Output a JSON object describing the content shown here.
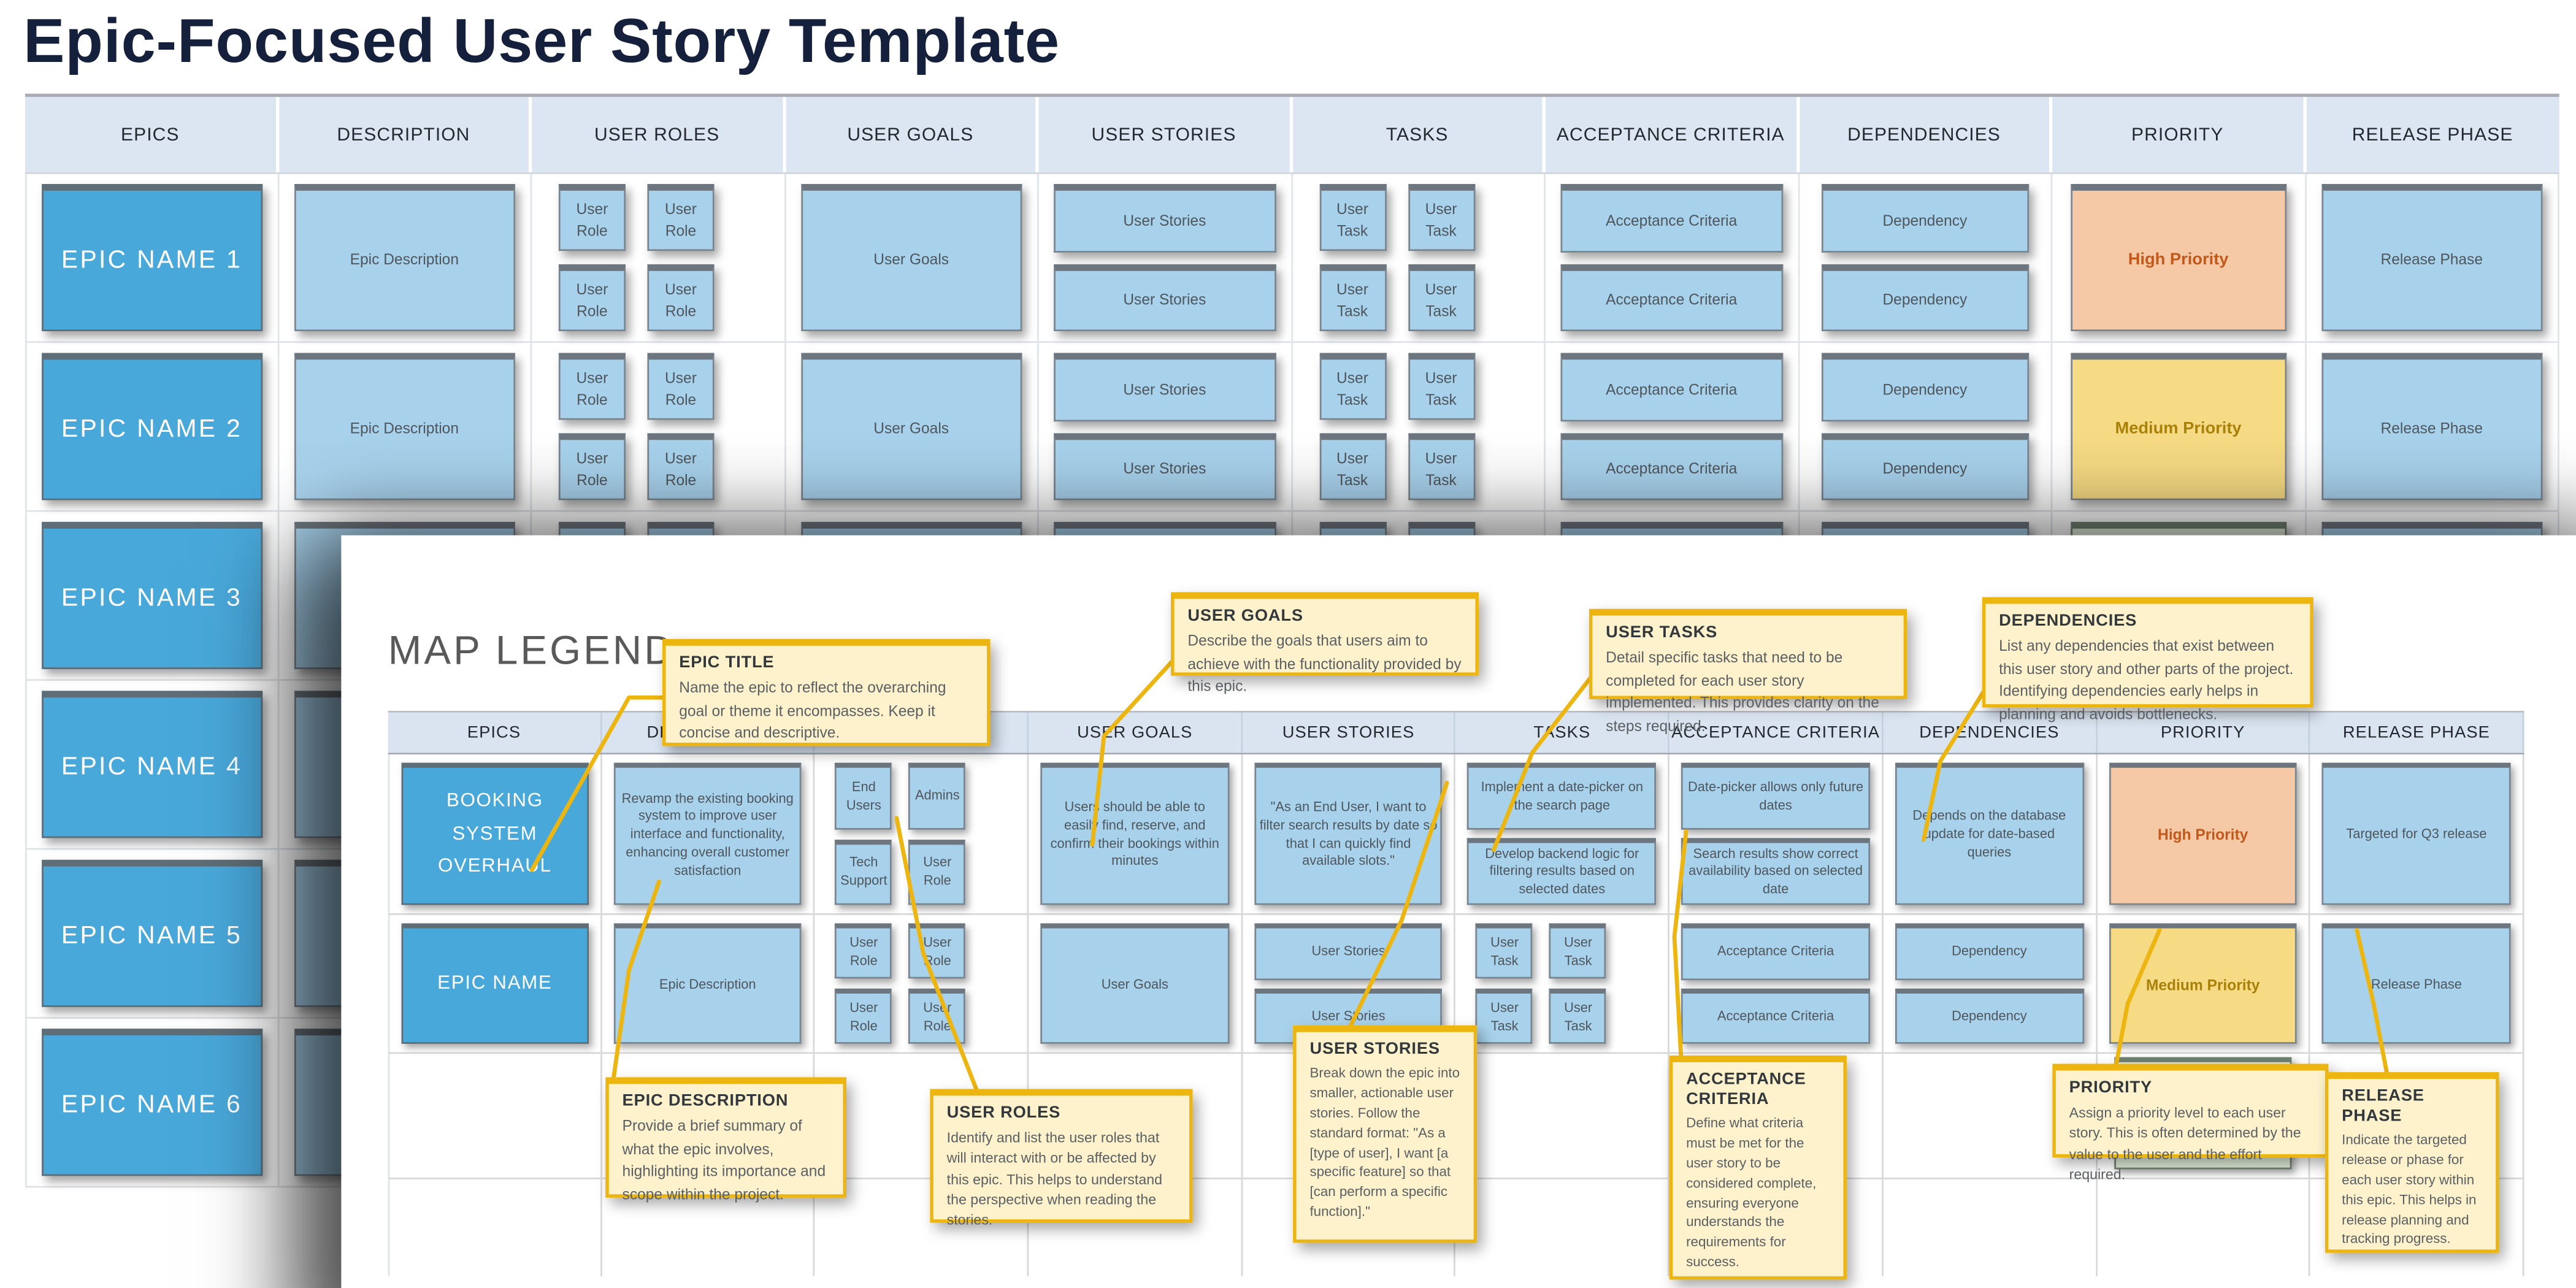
{
  "page": {
    "title": "Epic-Focused User Story Template"
  },
  "columns": [
    "EPICS",
    "DESCRIPTION",
    "USER ROLES",
    "USER GOALS",
    "USER STORIES",
    "TASKS",
    "ACCEPTANCE CRITERIA",
    "DEPENDENCIES",
    "PRIORITY",
    "RELEASE PHASE"
  ],
  "labels": {
    "epic_description": "Epic Description",
    "user_role": "User Role",
    "user_goals": "User Goals",
    "user_stories": "User Stories",
    "user_task": "User Task",
    "acceptance_criteria": "Acceptance Criteria",
    "dependency": "Dependency",
    "release_phase": "Release Phase",
    "high_priority": "High Priority",
    "medium_priority": "Medium Priority"
  },
  "main_table": {
    "epics": [
      "EPIC NAME 1",
      "EPIC NAME 2",
      "EPIC NAME 3",
      "EPIC NAME 4",
      "EPIC NAME 5",
      "EPIC NAME 6"
    ]
  },
  "legend": {
    "heading": "MAP LEGEND",
    "example": {
      "epic": "BOOKING SYSTEM OVERHAUL",
      "description": "Revamp the existing booking system to improve user interface and functionality, enhancing overall customer satisfaction",
      "roles": [
        "End Users",
        "Admins",
        "Tech Support",
        "User Role"
      ],
      "goals": "Users should be able to easily find, reserve, and confirm their bookings within minutes",
      "story": "\"As an End User, I want to filter search results by date so that I can quickly find available slots.\"",
      "tasks": [
        "Implement a date-picker on the search page",
        "Develop backend logic for filtering results based on selected dates"
      ],
      "acceptance": [
        "Date-picker allows only future dates",
        "Search results show correct availability based on selected date"
      ],
      "dependency": "Depends on the database update for date-based queries",
      "priority": "High Priority",
      "release": "Targeted for Q3 release"
    },
    "template_epic": "EPIC NAME",
    "callouts": {
      "epic_title": {
        "title": "EPIC TITLE",
        "body": "Name the epic to reflect the overarching goal or theme it encompasses. Keep it concise and descriptive."
      },
      "user_goals": {
        "title": "USER GOALS",
        "body": "Describe the goals that users aim to achieve with the functionality provided by this epic."
      },
      "user_tasks": {
        "title": "USER TASKS",
        "body": "Detail specific tasks that need to be completed for each user story implemented. This provides clarity on the steps required."
      },
      "dependencies": {
        "title": "DEPENDENCIES",
        "body": "List any dependencies that exist between this user story and other parts of the project. Identifying dependencies early helps in planning and avoids bottlenecks."
      },
      "epic_description": {
        "title": "EPIC DESCRIPTION",
        "body": "Provide a brief summary of what the epic involves, highlighting its importance and scope within the project."
      },
      "user_roles": {
        "title": "USER ROLES",
        "body": "Identify and list the user roles that will interact with or be affected by this epic. This helps to understand the perspective when reading the stories."
      },
      "user_stories": {
        "title": "USER STORIES",
        "body": "Break down the epic into smaller, actionable user stories. Follow the standard format: \"As a [type of user], I want [a specific feature] so that [can perform a specific function].\""
      },
      "acceptance_criteria": {
        "title": "ACCEPTANCE CRITERIA",
        "body": "Define what criteria must be met for the user story to be considered complete, ensuring everyone understands the requirements for success."
      },
      "priority": {
        "title": "PRIORITY",
        "body": "Assign a priority level to each user story. This is often determined by the value to the user and the effort required."
      },
      "release_phase": {
        "title": "RELEASE PHASE",
        "body": "Indicate the targeted release or phase for each user story within this epic. This helps in release planning and tracking progress."
      }
    }
  },
  "colors": {
    "title_text": "#14203c",
    "header_bg": "#dce6f2",
    "box_blue": "#a8d2ec",
    "epic_blue": "#49a8da",
    "high_priority_bg": "#f6c9a6",
    "high_priority_text": "#c2591b",
    "medium_priority_bg": "#f6db84",
    "medium_priority_text": "#a98109",
    "low_priority_bg": "#dfead6",
    "callout_bg": "#fdf2cc",
    "callout_border": "#edb50f",
    "connector_line": "#edb50f"
  }
}
